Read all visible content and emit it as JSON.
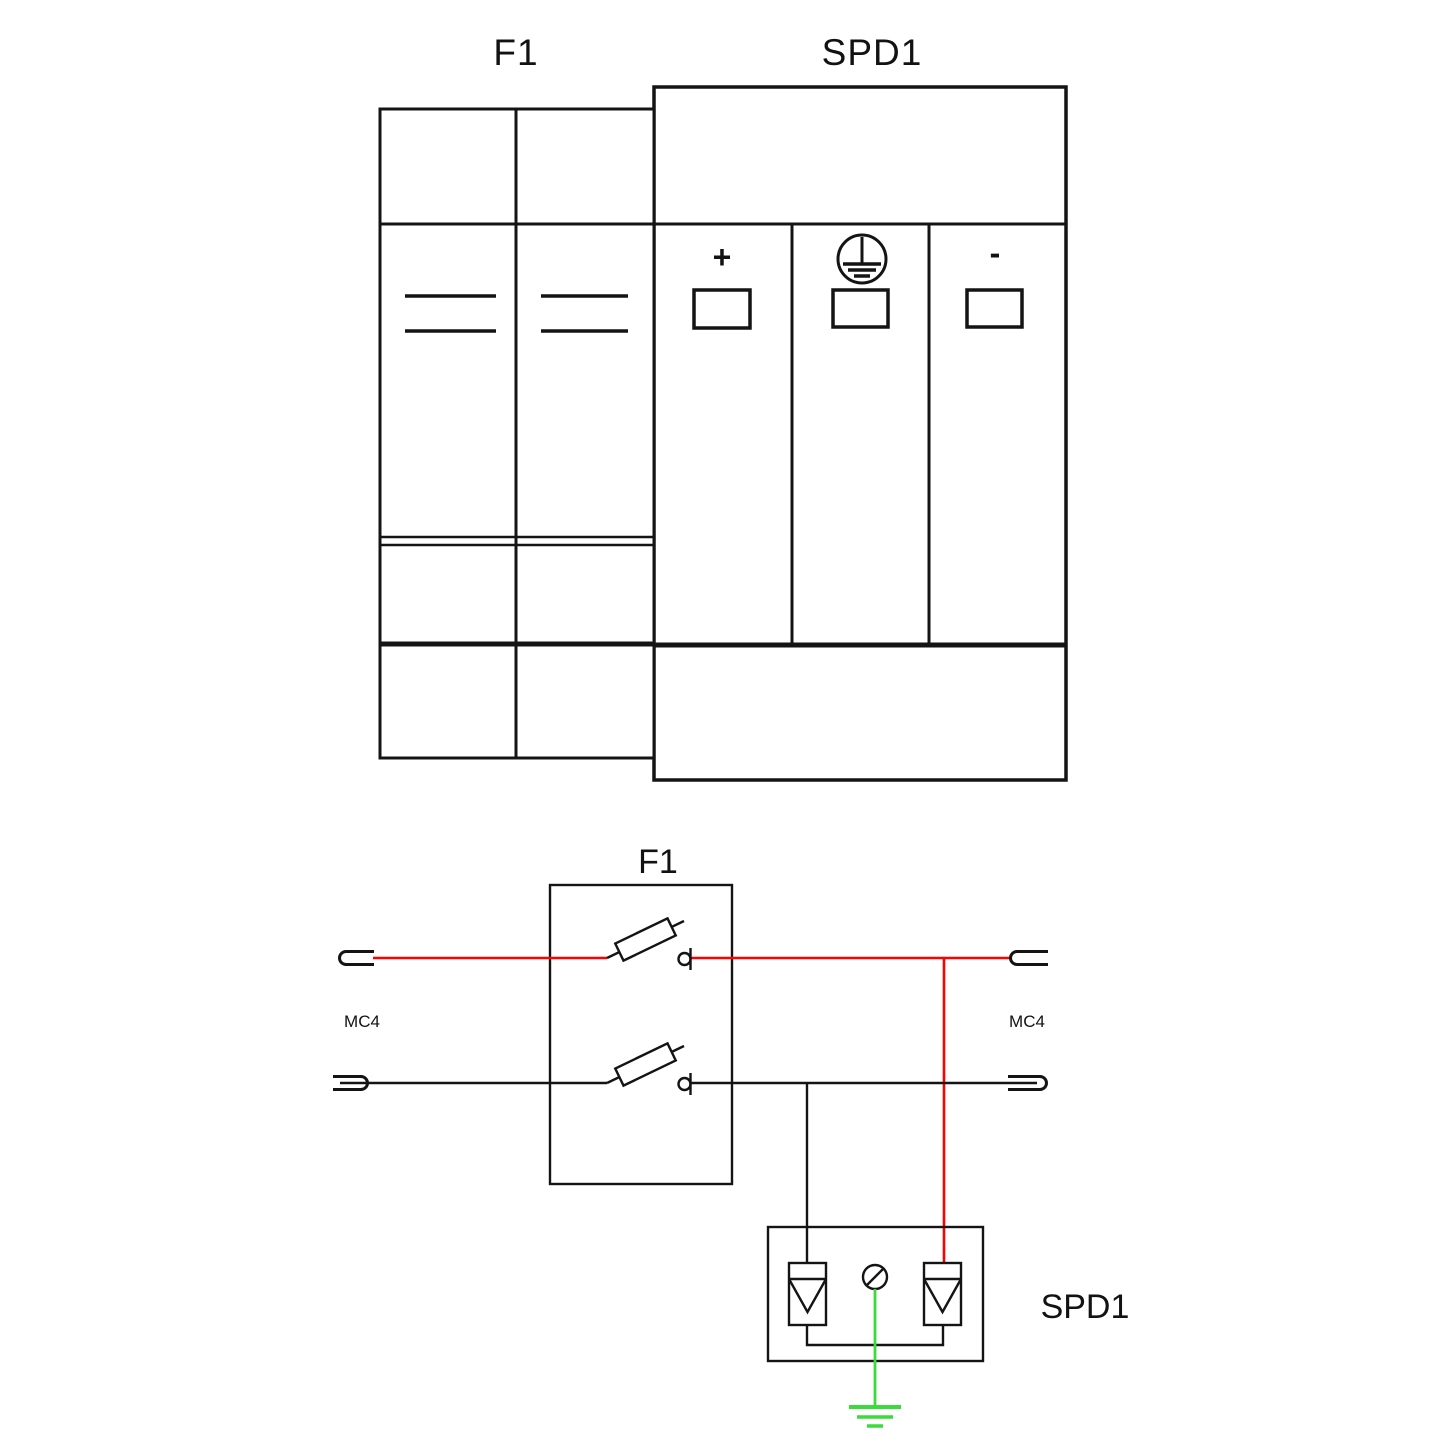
{
  "top_assembly": {
    "f1_label": "F1",
    "spd1_label": "SPD1",
    "module_plus_label": "+",
    "module_minus_label": "-",
    "indicator_windows": 3
  },
  "schematic": {
    "f1_label": "F1",
    "spd1_label": "SPD1",
    "mc4_left_label": "MC4",
    "mc4_right_label": "MC4",
    "fuse_count": 2,
    "arrester_count": 2
  },
  "colors": {
    "line_black": "#141414",
    "wire_positive_red": "#ff0000",
    "wire_negative_black": "#141414",
    "wire_earth_green": "#3cdb3c",
    "indicator_green": "#0fc83c",
    "background": "#ffffff"
  }
}
